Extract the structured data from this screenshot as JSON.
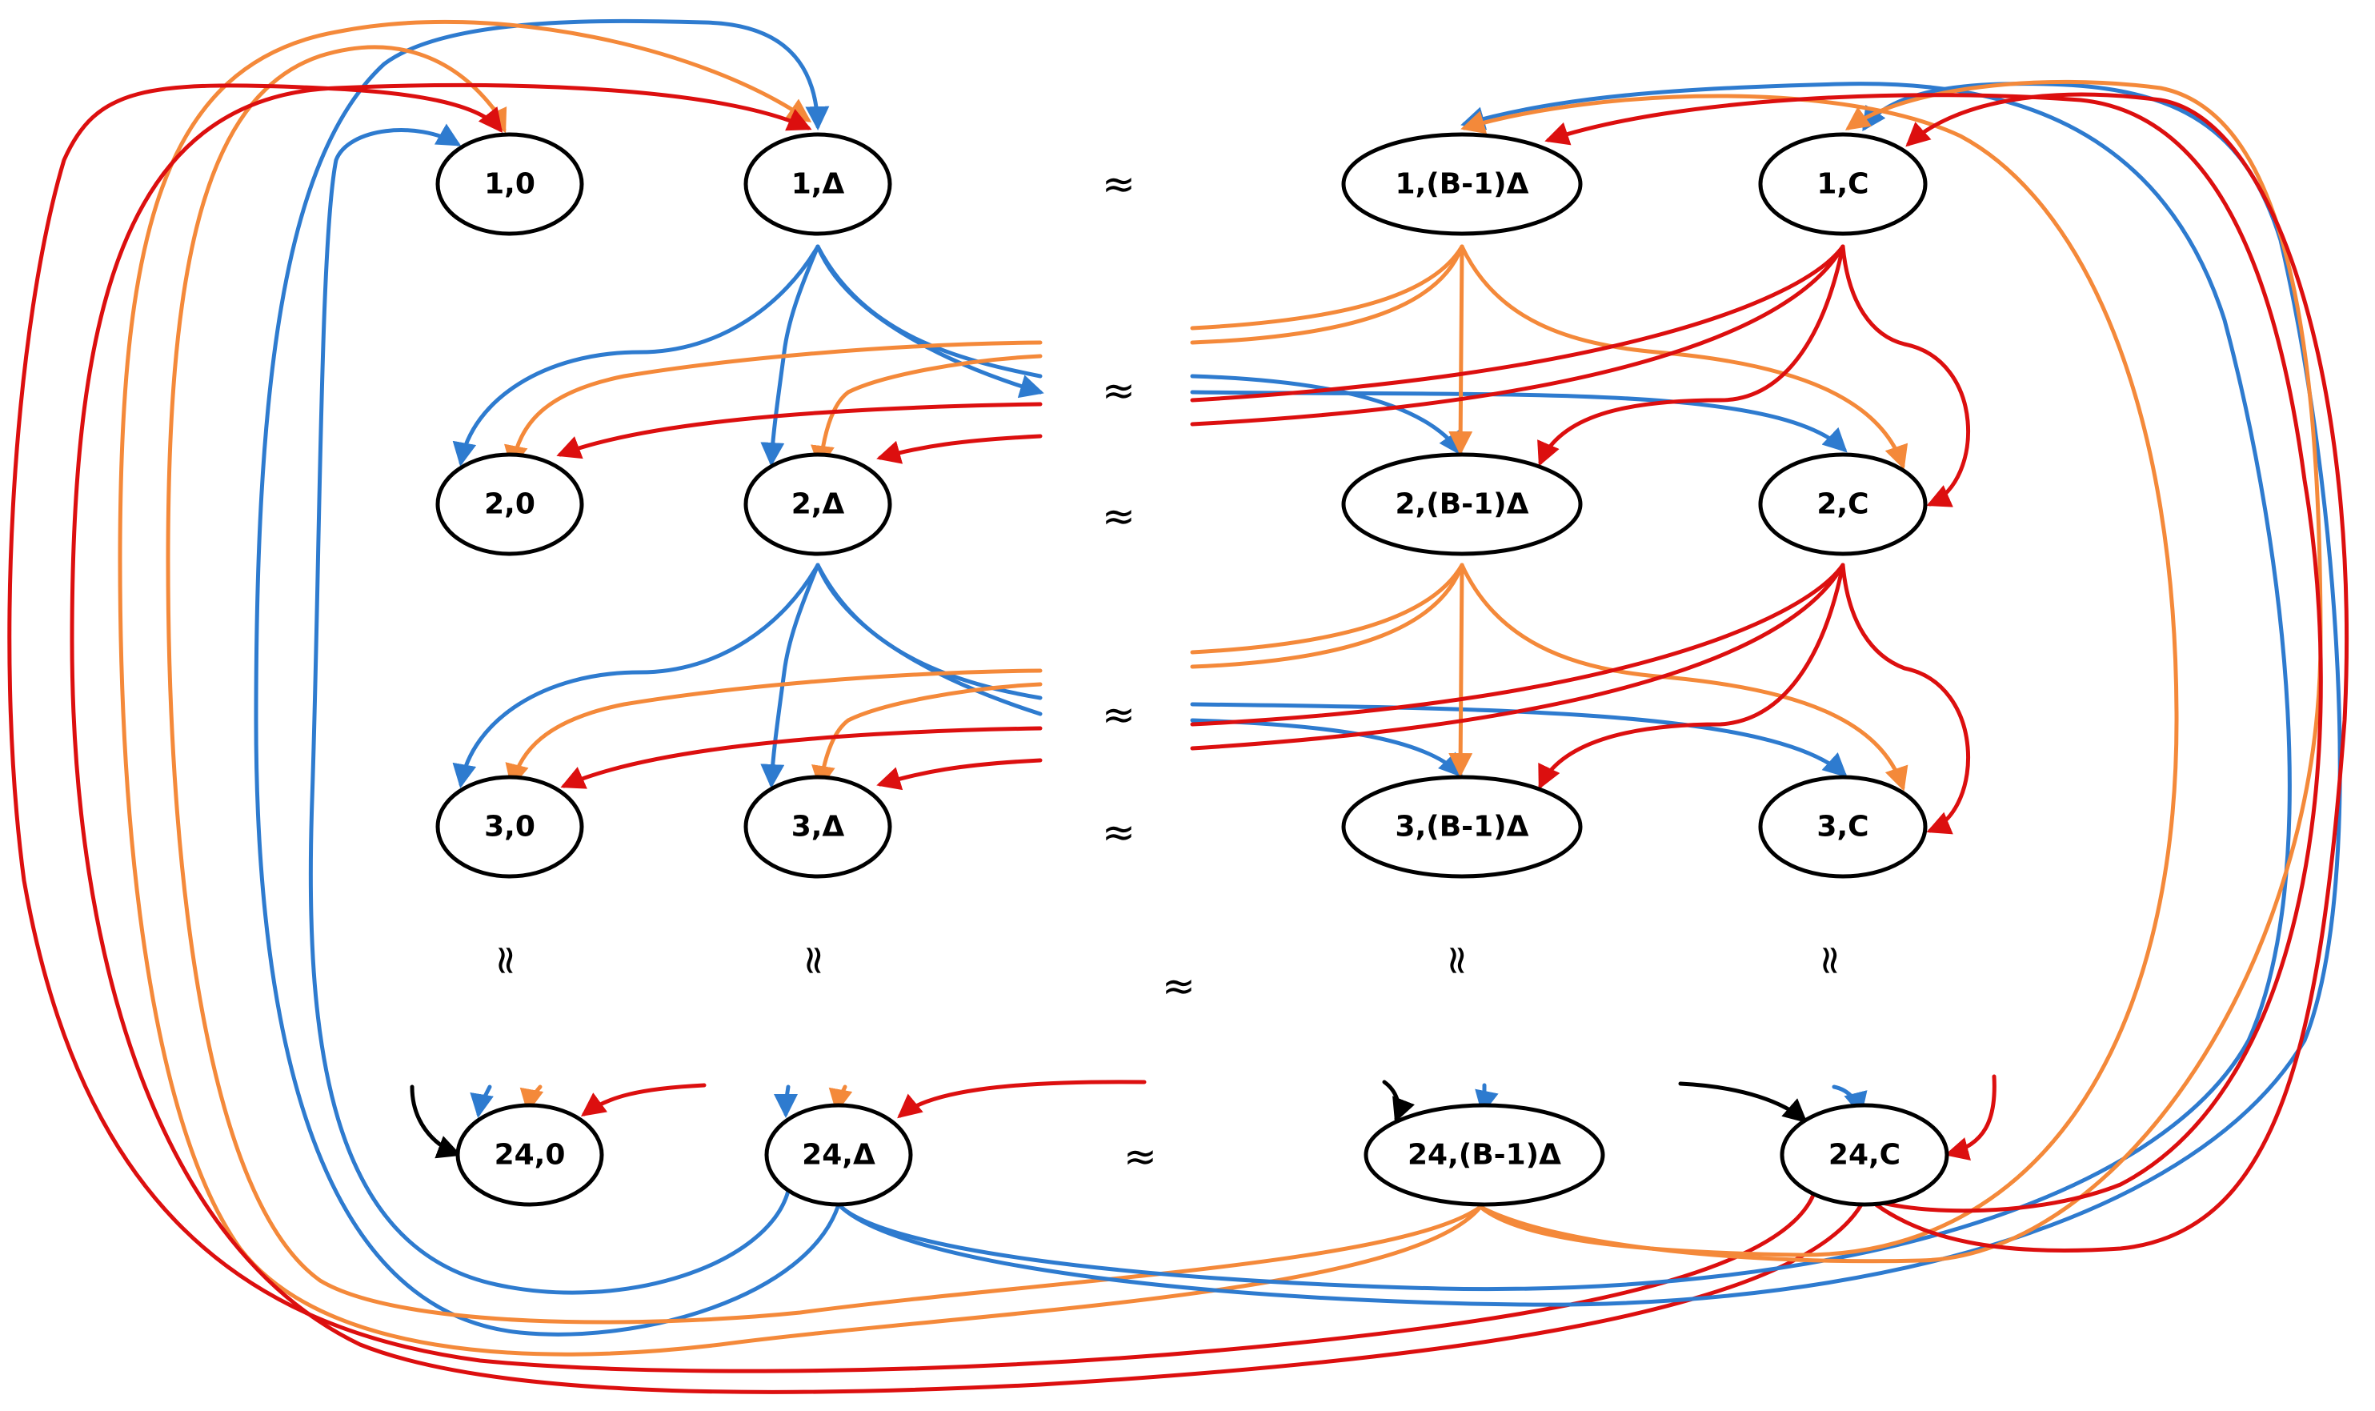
{
  "colors": {
    "blue": "#2e7bcf",
    "orange": "#f4893a",
    "red": "#dc0f0f",
    "black": "#000000"
  },
  "nodes": {
    "n1_0": "1,0",
    "n1_d": "1,Δ",
    "n1_b": "1,(B-1)Δ",
    "n1_c": "1,C",
    "n2_0": "2,0",
    "n2_d": "2,Δ",
    "n2_b": "2,(B-1)Δ",
    "n2_c": "2,C",
    "n3_0": "3,0",
    "n3_d": "3,Δ",
    "n3_b": "3,(B-1)Δ",
    "n3_c": "3,C",
    "n24_0": "24,0",
    "n24_d": "24,Δ",
    "n24_b": "24,(B-1)Δ",
    "n24_c": "24,C"
  },
  "ellipsis_symbol": "≈"
}
